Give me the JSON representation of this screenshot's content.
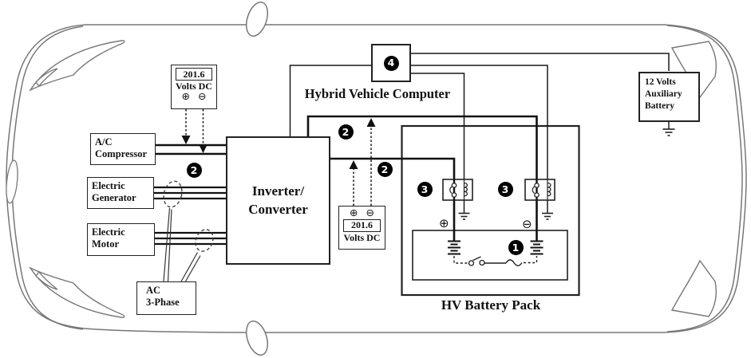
{
  "boxes": {
    "ac_compressor": "A/C\nCompressor",
    "electric_generator": "Electric\nGenerator",
    "electric_motor": "Electric\nMotor",
    "ac_three_phase": "AC\n3-Phase",
    "inverter_converter": "Inverter/\nConverter",
    "hybrid_vehicle_computer": "Hybrid Vehicle Computer",
    "aux_battery": "12 Volts\nAuxiliary\nBattery",
    "hv_battery_pack": "HV Battery Pack"
  },
  "meters": {
    "front_meter": {
      "value": "201.6",
      "unit": "Volts DC"
    },
    "inverter_meter": {
      "value": "201.6",
      "unit": "Volts DC"
    }
  },
  "symbols": {
    "positive": "⊕",
    "negative": "⊖"
  },
  "badges": {
    "hv_battery_cells": "1",
    "hv_cables": "2",
    "main_relays": "3",
    "hv_computer": "4"
  },
  "colors": {
    "wire": "#111111",
    "car_outline": "#777777",
    "badge_bg": "#000000"
  }
}
